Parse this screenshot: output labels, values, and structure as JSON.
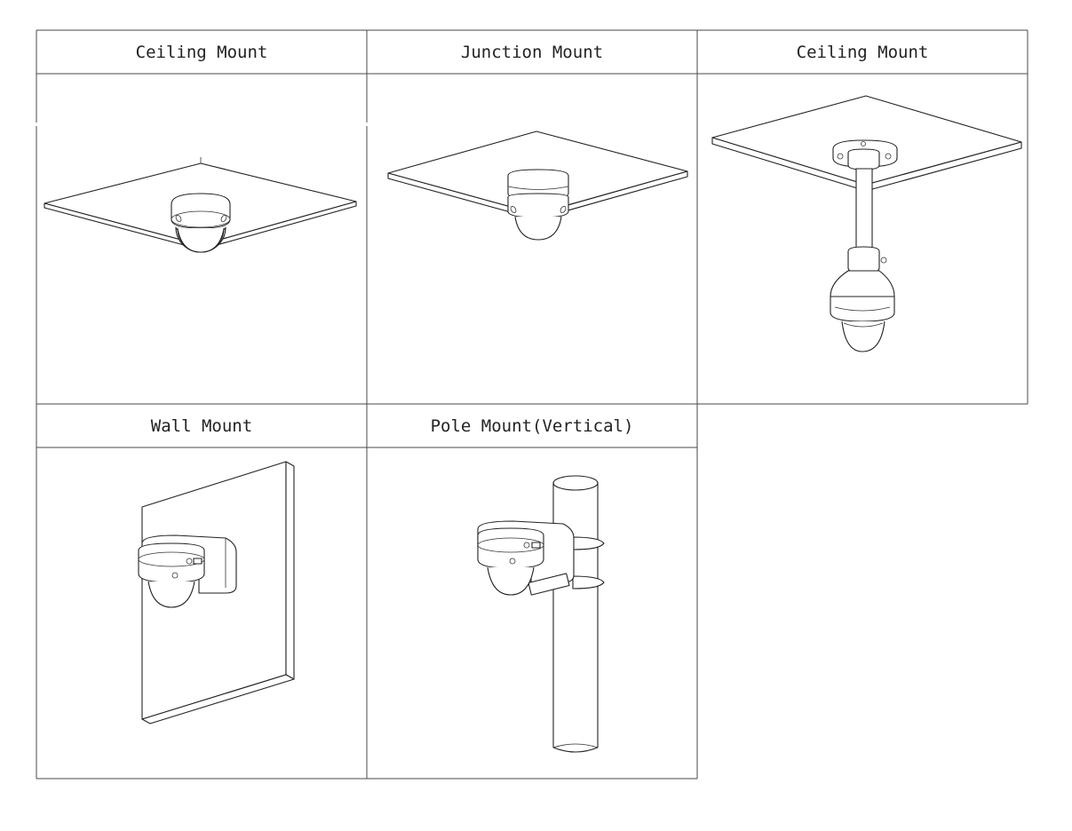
{
  "cells": [
    {
      "id": "ceiling-mount-1",
      "label": "Ceiling Mount"
    },
    {
      "id": "junction-mount",
      "label": "Junction Mount"
    },
    {
      "id": "ceiling-mount-2",
      "label": "Ceiling Mount"
    },
    {
      "id": "wall-mount",
      "label": "Wall Mount"
    },
    {
      "id": "pole-mount-vertical",
      "label": "Pole Mount(Vertical)"
    }
  ]
}
